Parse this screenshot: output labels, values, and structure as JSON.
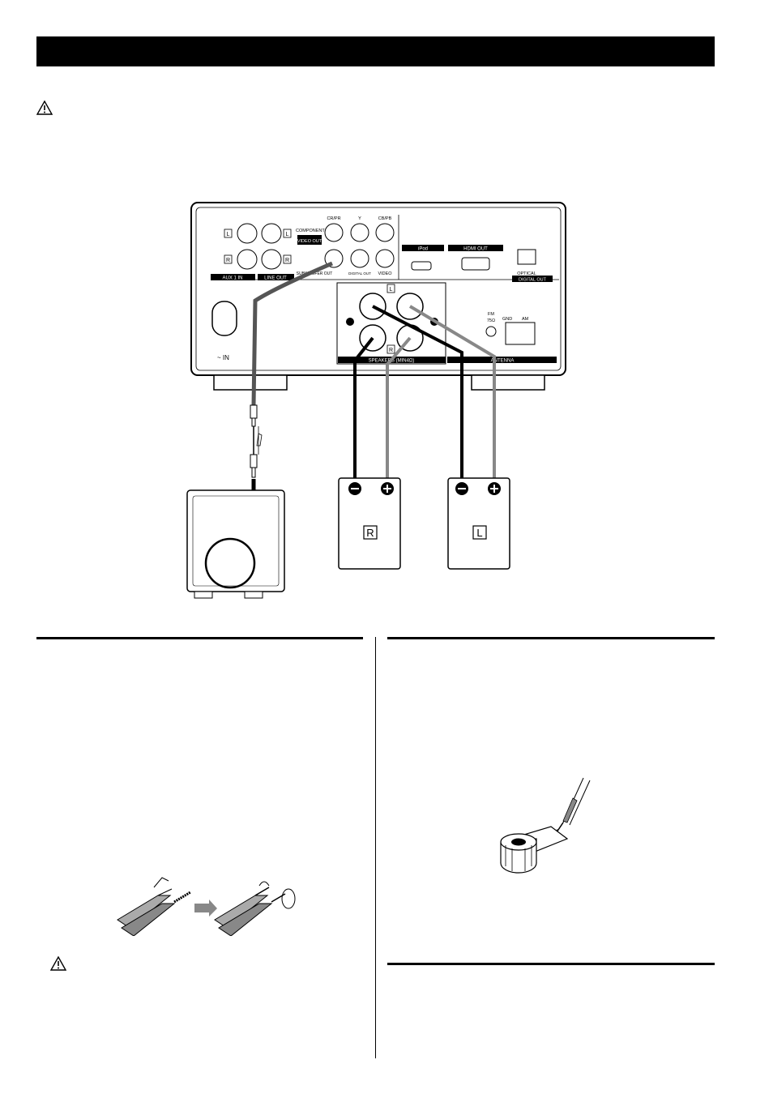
{
  "diagram": {
    "labels": {
      "component": "COMPONENT",
      "cr_pr": "CR/PR",
      "y": "Y",
      "cb_pb": "CB/PB",
      "video_out": "VIDEO OUT",
      "subwoofer_out": "SUBWOOFER OUT",
      "digital_out_small": "DIGITAL OUT",
      "video": "VIDEO",
      "ipod": "iPod",
      "hdmi_out": "HDMI OUT",
      "optical": "OPTICAL",
      "digital_out": "DIGITAL OUT",
      "aux1_in": "AUX 1 IN",
      "line_out": "LINE OUT",
      "ac_in": "~ IN",
      "speakers": "SPEAKERS (MIN4Ω)",
      "antenna": "ANTENNA",
      "fm": "FM",
      "fm_ohm": "75Ω",
      "gnd": "GND",
      "am": "AM",
      "l": "L",
      "r": "R",
      "speaker_r": "R",
      "speaker_l": "L"
    }
  }
}
